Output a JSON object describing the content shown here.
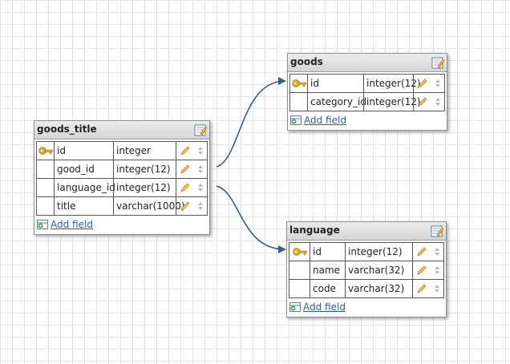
{
  "tables": {
    "goods_title": {
      "name": "goods_title",
      "fields": [
        {
          "name": "id",
          "type": "integer",
          "primary_key": true
        },
        {
          "name": "good_id",
          "type": "integer(12)",
          "primary_key": false
        },
        {
          "name": "language_id",
          "type": "integer(12)",
          "primary_key": false
        },
        {
          "name": "title",
          "type": "varchar(1000)",
          "primary_key": false
        }
      ],
      "add_field_label": "Add field"
    },
    "goods": {
      "name": "goods",
      "fields": [
        {
          "name": "id",
          "type": "integer(12)",
          "primary_key": true
        },
        {
          "name": "category_id",
          "type": "integer(12)",
          "primary_key": false
        }
      ],
      "add_field_label": "Add field"
    },
    "language": {
      "name": "language",
      "fields": [
        {
          "name": "id",
          "type": "integer(12)",
          "primary_key": true
        },
        {
          "name": "name",
          "type": "varchar(32)",
          "primary_key": false
        },
        {
          "name": "code",
          "type": "varchar(32)",
          "primary_key": false
        }
      ],
      "add_field_label": "Add field"
    }
  },
  "relations": [
    {
      "from": "goods_title.good_id",
      "to": "goods.id"
    },
    {
      "from": "goods_title.language_id",
      "to": "language.id"
    }
  ],
  "icons": {
    "primary_key": "key-icon",
    "edit_field": "pencil-icon",
    "reorder": "up-down-arrows-icon",
    "edit_table": "edit-table-icon",
    "add_field": "add-field-icon"
  },
  "colors": {
    "relation_line": "#2f5f8a",
    "link": "#2a5db0",
    "key": "#e3b21c",
    "pencil": "#e0a020"
  }
}
